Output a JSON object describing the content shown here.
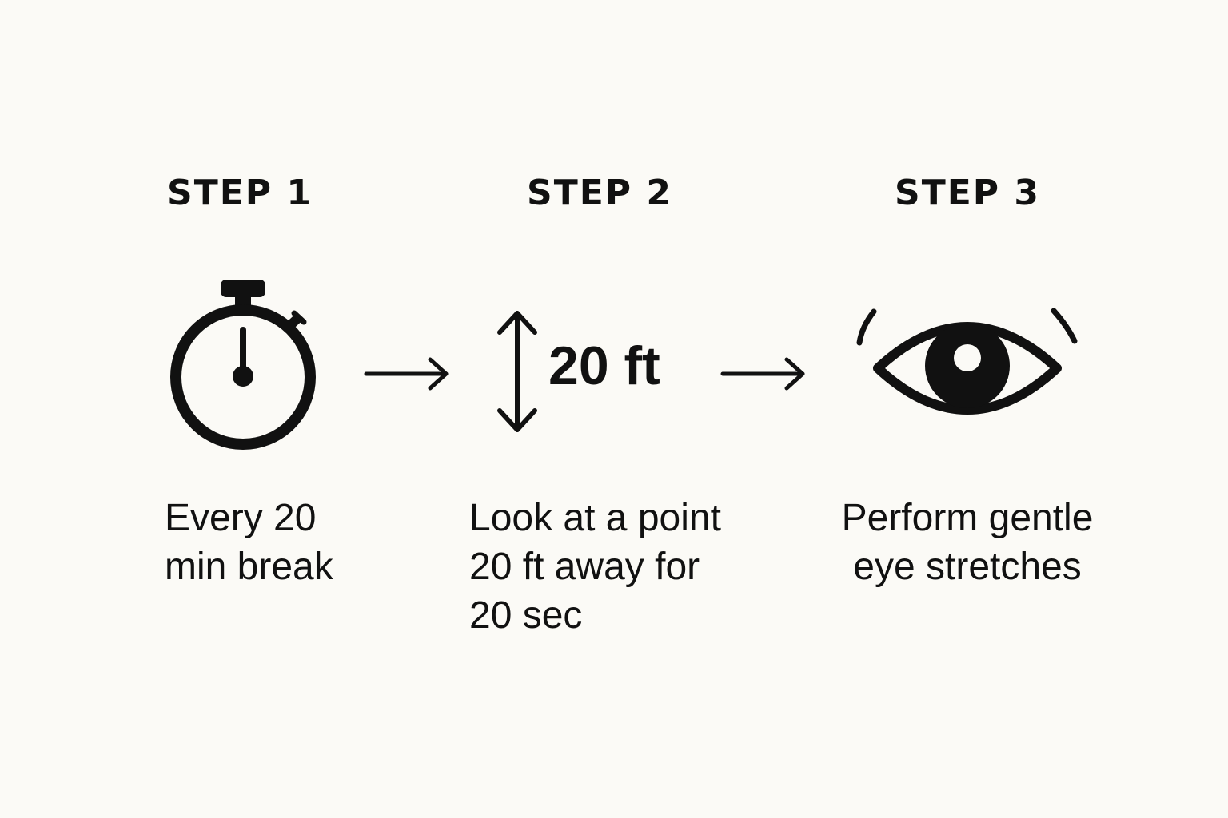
{
  "steps": [
    {
      "title": "STEP 1",
      "icon": "stopwatch-icon",
      "caption_lines": [
        "Every 20",
        "min break"
      ]
    },
    {
      "title": "STEP 2",
      "icon": "vertical-double-arrow-icon",
      "icon_label": "20 ft",
      "caption_lines": [
        "Look at a point",
        "20 ft away for",
        "20 sec"
      ]
    },
    {
      "title": "STEP 3",
      "icon": "eye-icon",
      "caption_lines": [
        "Perform gentle",
        "eye stretches"
      ]
    }
  ],
  "connectors": [
    "right-arrow-icon",
    "right-arrow-icon"
  ],
  "colors": {
    "background": "#fbfaf6",
    "ink": "#111111"
  }
}
